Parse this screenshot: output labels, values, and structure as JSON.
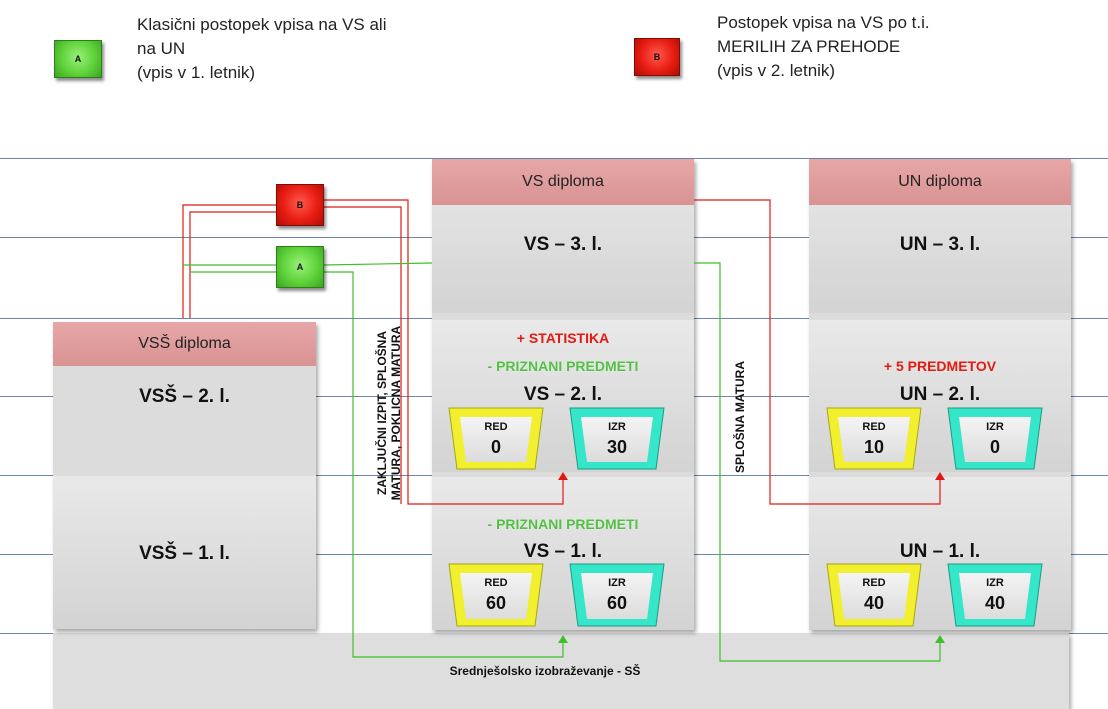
{
  "legend": {
    "a": {
      "badge": "A",
      "line1": "Klasični postopek vpisa na VS ali",
      "line2": "na UN",
      "line3": "(vpis v 1. letnik)",
      "color": "#4cd22a"
    },
    "b": {
      "badge": "B",
      "line1": "Postopek vpisa na VS po t.i.",
      "line2": "MERILIH ZA PREHODE",
      "line3": "(vpis v 2. letnik)",
      "color": "#e81d12"
    }
  },
  "colors": {
    "path_a": "#3fbf2a",
    "path_b": "#e01a12",
    "header": "#e09c9c",
    "box": "#dcdcdc",
    "red_trap": "#f2ef2e",
    "izr_trap": "#36e6c9",
    "gridline": "#6b86a8"
  },
  "vss": {
    "header": "VSŠ diploma",
    "year2": "VSŠ – 2. l.",
    "year1": "VSŠ – 1. l."
  },
  "vs": {
    "header": "VS diploma",
    "year3": "VS – 3. l.",
    "year2": "VS – 2. l.",
    "year1": "VS – 1. l.",
    "note2_plus": "+ STATISTIKA",
    "note2_minus": "- PRIZNANI PREDMETI",
    "note1_minus": "- PRIZNANI PREDMETI",
    "y2_red": {
      "label": "RED",
      "value": "0"
    },
    "y2_izr": {
      "label": "IZR",
      "value": "30"
    },
    "y1_red": {
      "label": "RED",
      "value": "60"
    },
    "y1_izr": {
      "label": "IZR",
      "value": "60"
    }
  },
  "un": {
    "header": "UN diploma",
    "year3": "UN – 3. l.",
    "year2": "UN – 2. l.",
    "year1": "UN – 1. l.",
    "note2_plus": "+ 5 PREDMETOV",
    "y2_red": {
      "label": "RED",
      "value": "10"
    },
    "y2_izr": {
      "label": "IZR",
      "value": "0"
    },
    "y1_red": {
      "label": "RED",
      "value": "40"
    },
    "y1_izr": {
      "label": "IZR",
      "value": "40"
    }
  },
  "flow_badges": {
    "b": "B",
    "a": "A"
  },
  "vertical_labels": {
    "vs_req_line1": "ZAKLJUČNI IZPIT, SPLOŠNA",
    "vs_req_line2": "MATURA, POKLICNA MATURA",
    "un_req": "SPLOŠNA MATURA"
  },
  "footer": {
    "label": "Srednješolsko izobraževanje - SŠ"
  }
}
